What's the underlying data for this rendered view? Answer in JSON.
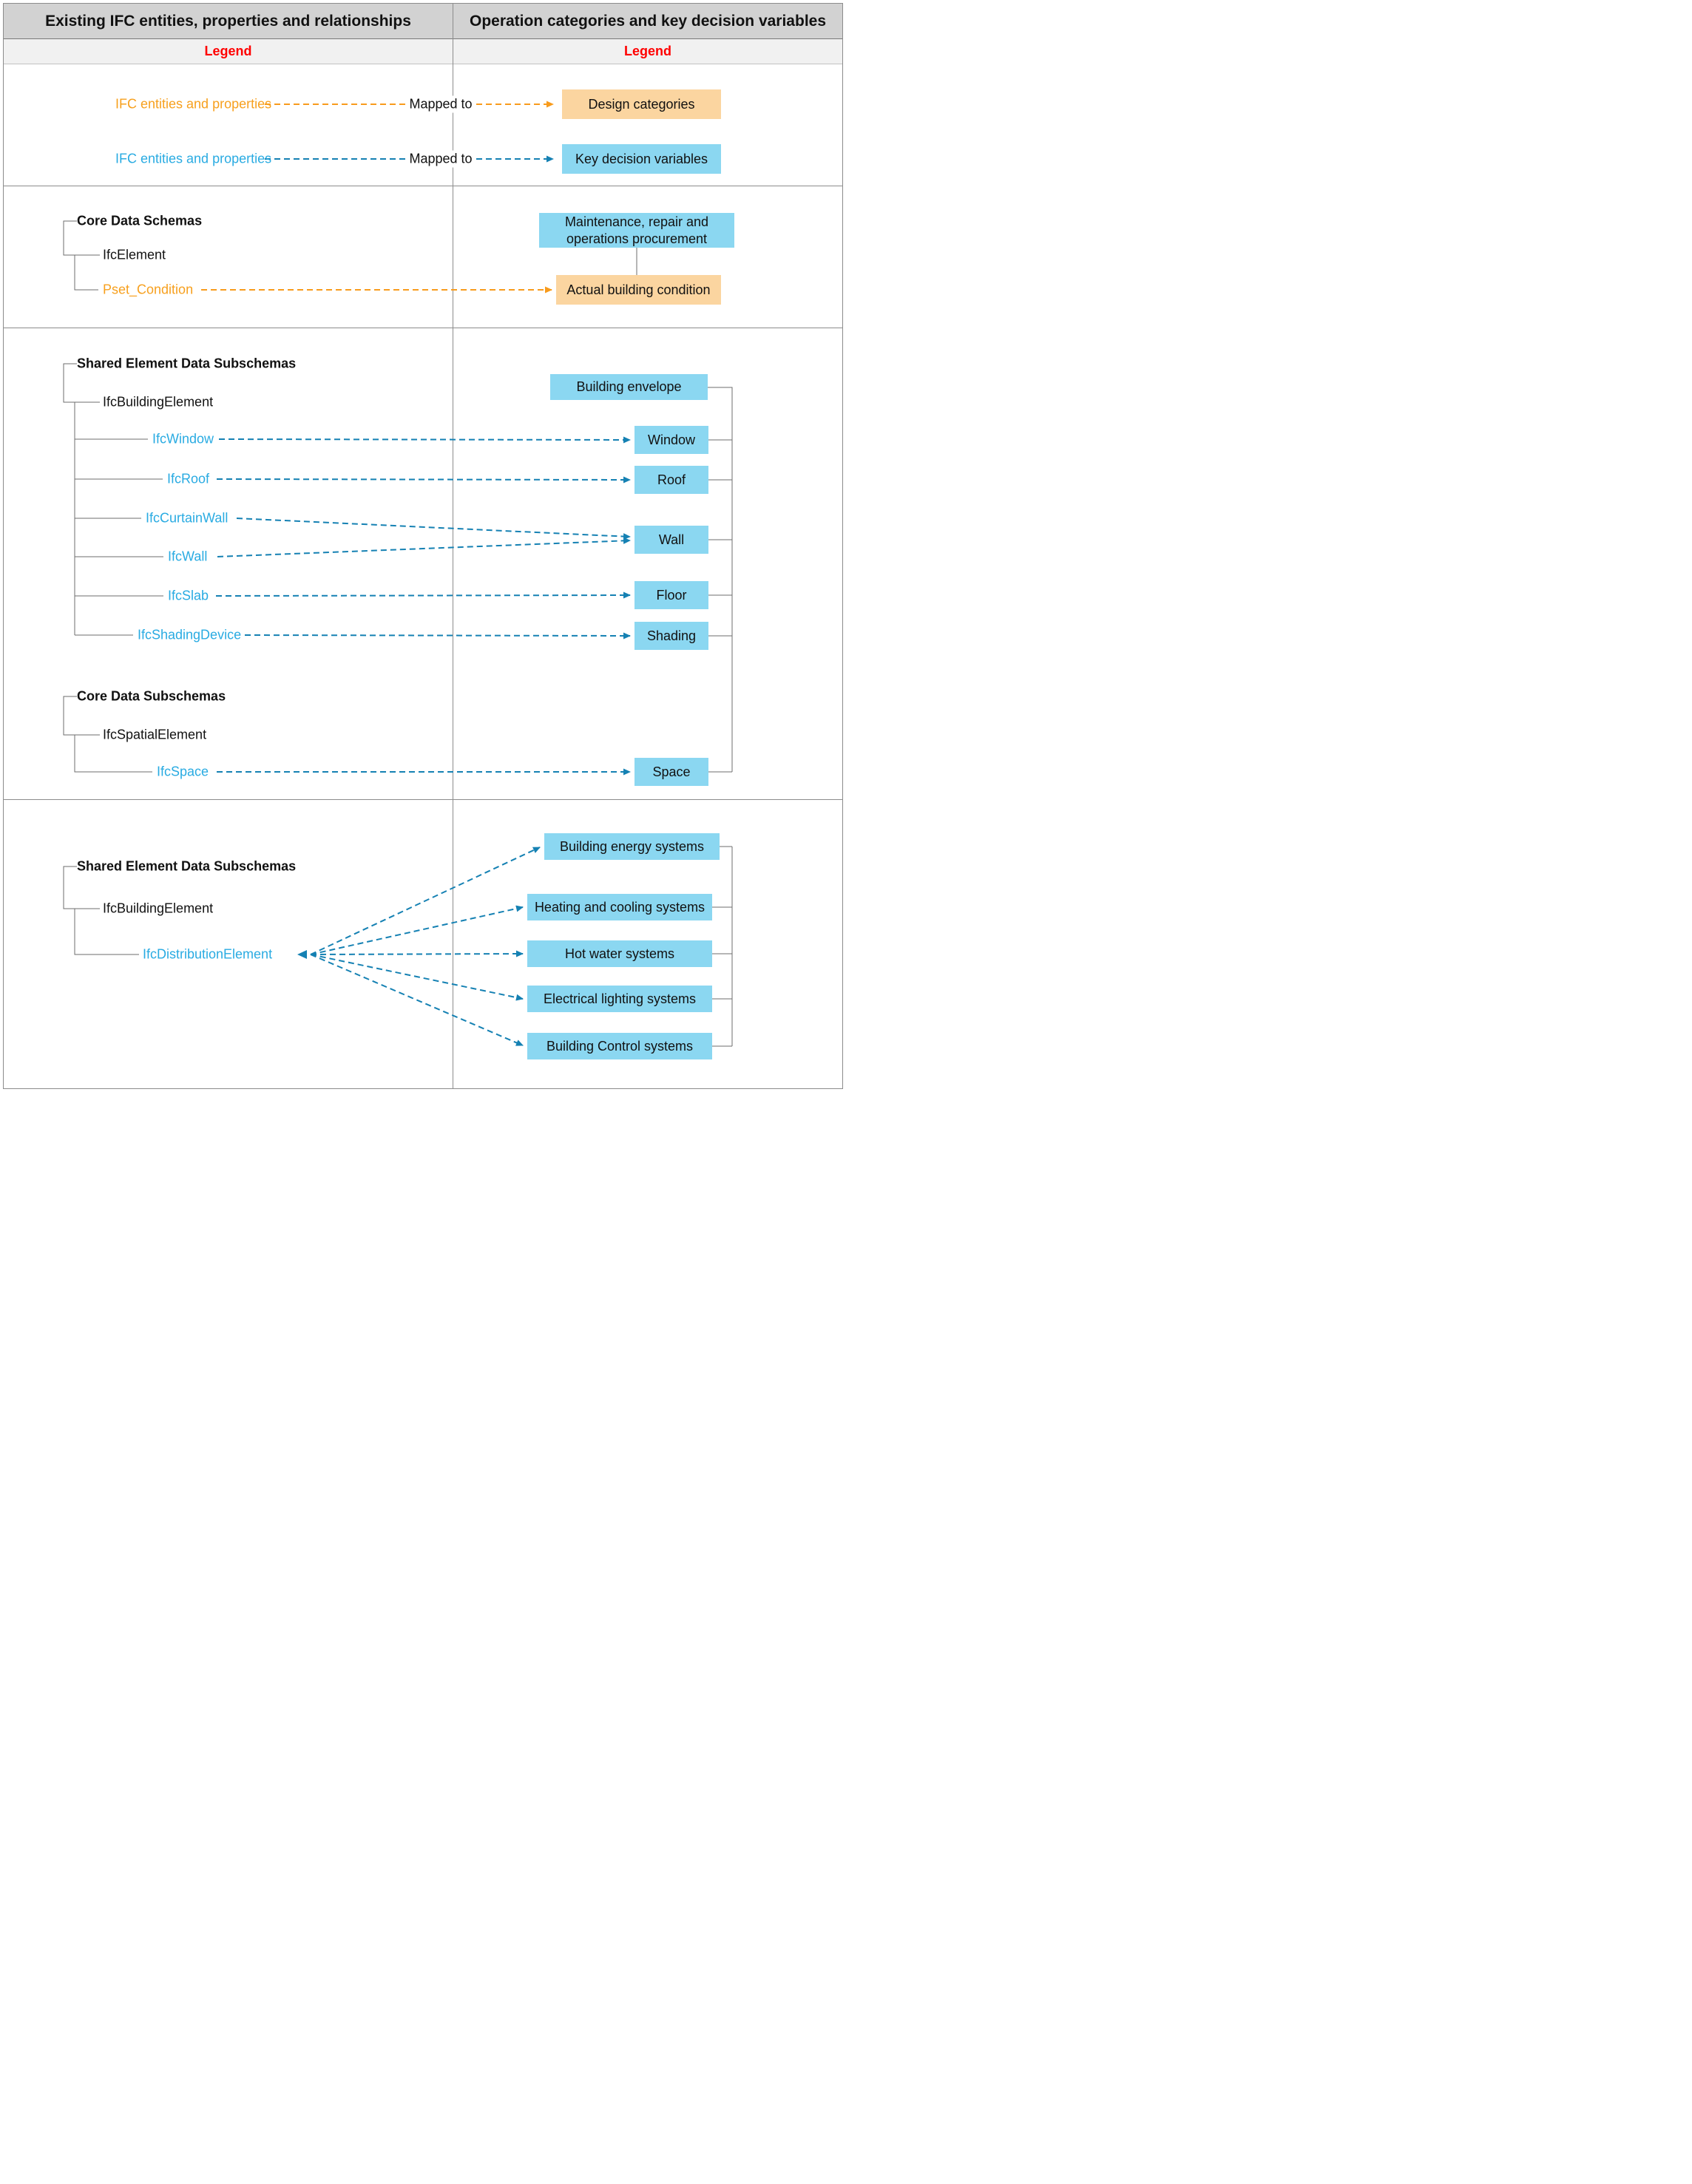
{
  "header": {
    "left": "Existing IFC entities, properties and relationships",
    "right": "Operation categories and key decision variables"
  },
  "legend": {
    "title_left": "Legend",
    "title_right": "Legend",
    "mapped_to": "Mapped to",
    "design_row": {
      "source": "IFC entities and properties",
      "target": "Design categories"
    },
    "decision_row": {
      "source": "IFC entities and properties",
      "target": "Key decision variables"
    }
  },
  "section_core": {
    "schema": "Core Data Schemas",
    "element": "IfcElement",
    "pset": "Pset_Condition",
    "category": "Maintenance, repair and operations procurement",
    "variable": "Actual building condition"
  },
  "section_envelope": {
    "schema": "Shared Element Data Subschemas",
    "element": "IfcBuildingElement",
    "entities": [
      "IfcWindow",
      "IfcRoof",
      "IfcCurtainWall",
      "IfcWall",
      "IfcSlab",
      "IfcShadingDevice"
    ],
    "category": "Building envelope",
    "variables": [
      "Window",
      "Roof",
      "Wall",
      "Floor",
      "Shading"
    ],
    "core_sub": {
      "schema": "Core Data Subschemas",
      "element": "IfcSpatialElement",
      "entity": "IfcSpace",
      "variable": "Space"
    }
  },
  "section_systems": {
    "schema": "Shared Element Data Subschemas",
    "element": "IfcBuildingElement",
    "entity": "IfcDistributionElement",
    "categories": [
      "Building energy systems",
      "Heating and cooling systems",
      "Hot water systems",
      "Electrical lighting systems",
      "Building Control systems"
    ]
  },
  "colors": {
    "header_bg": "#d2d2d2",
    "legend_bg": "#f1f1f1",
    "red": "#ff0000",
    "blue_text": "#29abe2",
    "orange_text": "#f7a01e",
    "blue_dash": "#1581b3",
    "orange_dash": "#f89b1c",
    "blue_fill": "#8bd7f1",
    "orange_fill": "#fbd5a0",
    "line_gray": "#6e6e6e",
    "border": "#8c8c8c",
    "text": "#111111"
  }
}
